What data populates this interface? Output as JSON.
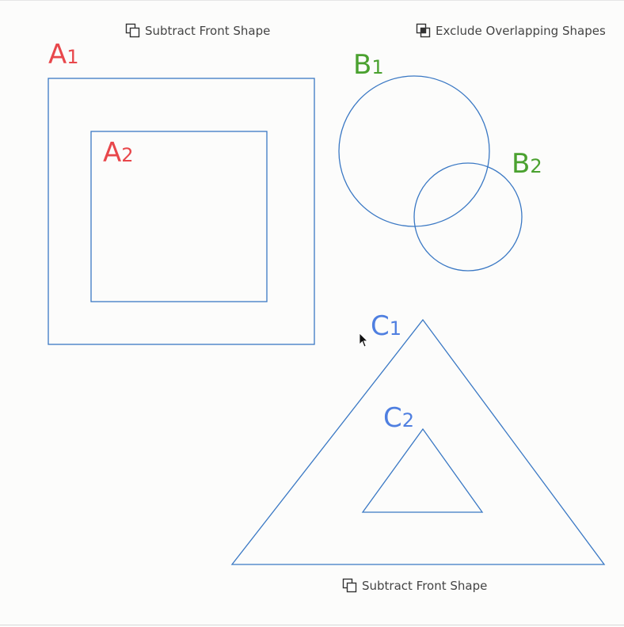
{
  "operations": {
    "top_left": {
      "label": "Subtract Front Shape",
      "icon": "subtract-front-shape-icon"
    },
    "top_right": {
      "label": "Exclude Overlapping Shapes",
      "icon": "exclude-overlapping-shapes-icon"
    },
    "bottom": {
      "label": "Subtract Front Shape",
      "icon": "subtract-front-shape-icon"
    }
  },
  "shapes": {
    "a1": {
      "letter": "A",
      "index": "1",
      "color": "#e8474b"
    },
    "a2": {
      "letter": "A",
      "index": "2",
      "color": "#e8474b"
    },
    "b1": {
      "letter": "B",
      "index": "1",
      "color": "#4aa12f"
    },
    "b2": {
      "letter": "B",
      "index": "2",
      "color": "#4aa12f"
    },
    "c1": {
      "letter": "C",
      "index": "1",
      "color": "#4f7fe0"
    },
    "c2": {
      "letter": "C",
      "index": "2",
      "color": "#4f7fe0"
    }
  },
  "stroke_color": "#3a78c4"
}
